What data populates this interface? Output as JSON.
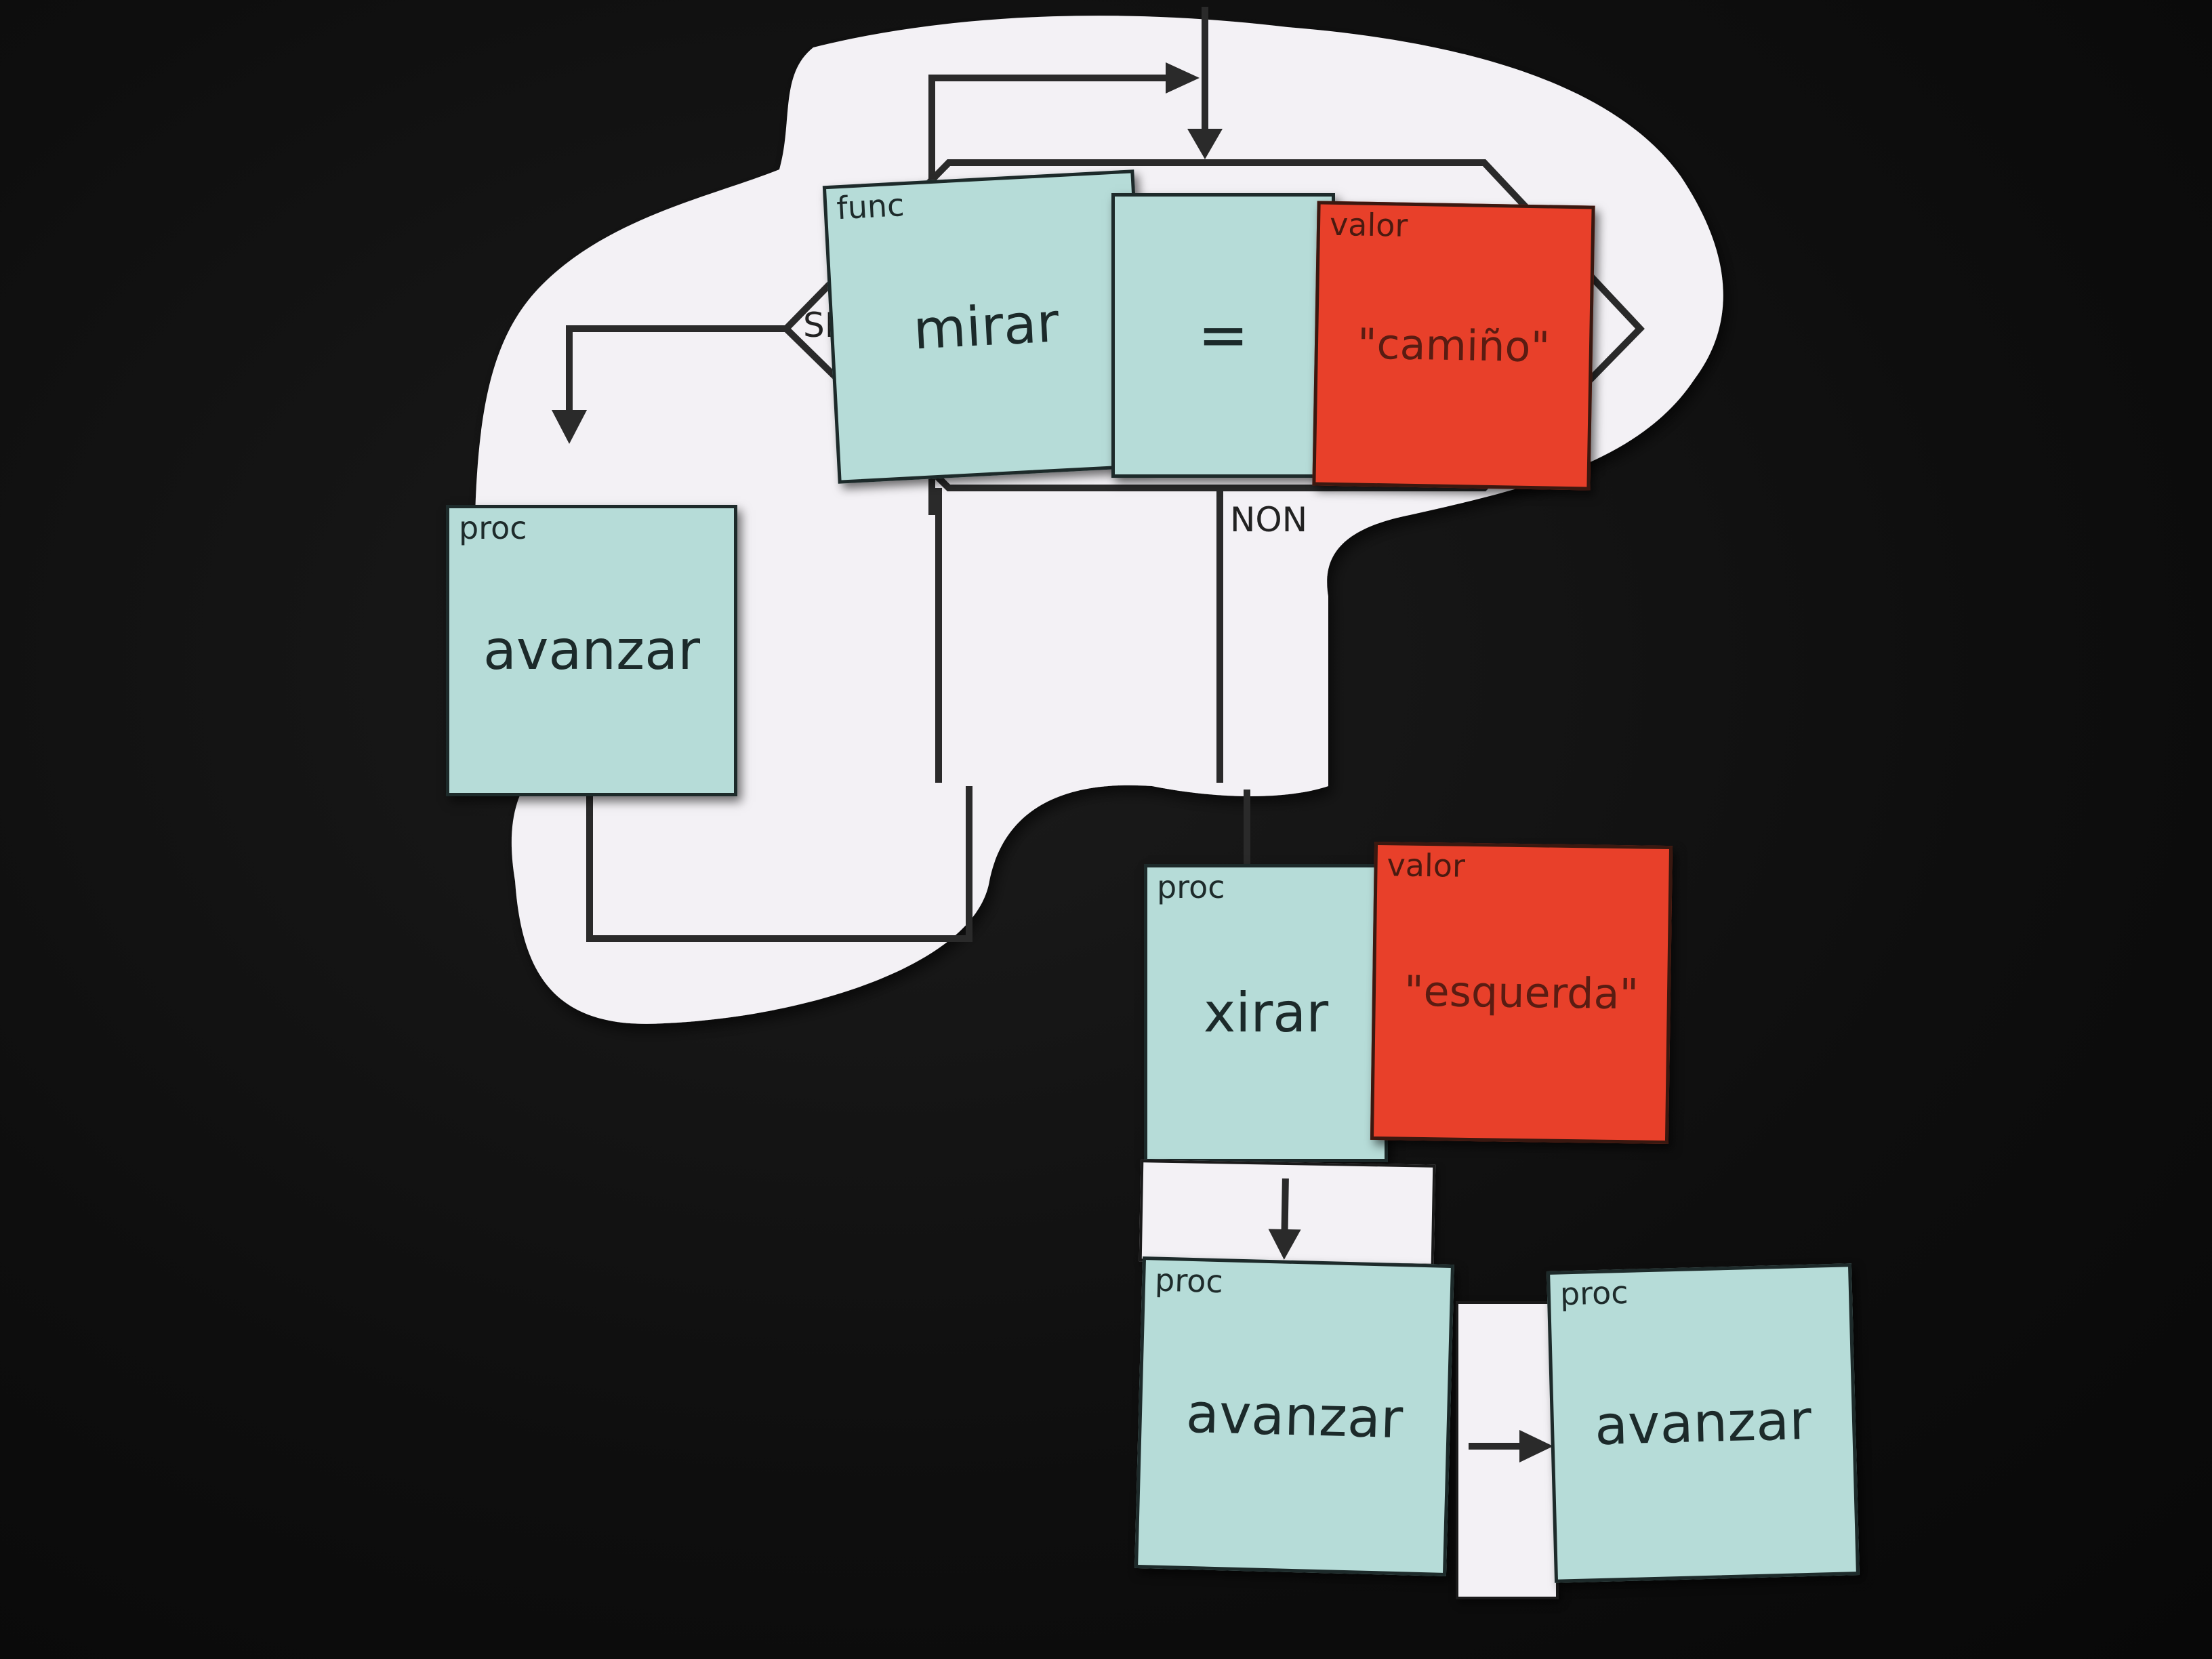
{
  "diagram": {
    "branch_yes": "SI",
    "branch_no": "NON",
    "condition": {
      "func": {
        "type": "func",
        "name": "mirar"
      },
      "operator": "=",
      "value": {
        "type": "valor",
        "name": "\"camiño\""
      }
    },
    "yes_block": {
      "type": "proc",
      "name": "avanzar"
    },
    "no_block": {
      "proc": {
        "type": "proc",
        "name": "xirar"
      },
      "arg": {
        "type": "valor",
        "name": "\"esquerda\""
      }
    },
    "sequence": [
      {
        "type": "proc",
        "name": "avanzar"
      },
      {
        "type": "proc",
        "name": "avanzar"
      }
    ]
  },
  "colors": {
    "background": "#101010",
    "paper": "#f3f1f5",
    "card_blue": "#b6dcd8",
    "card_red": "#e8402a"
  },
  "icons": [
    "down-arrow-icon",
    "right-arrow-icon",
    "loop-arrow-icon"
  ]
}
